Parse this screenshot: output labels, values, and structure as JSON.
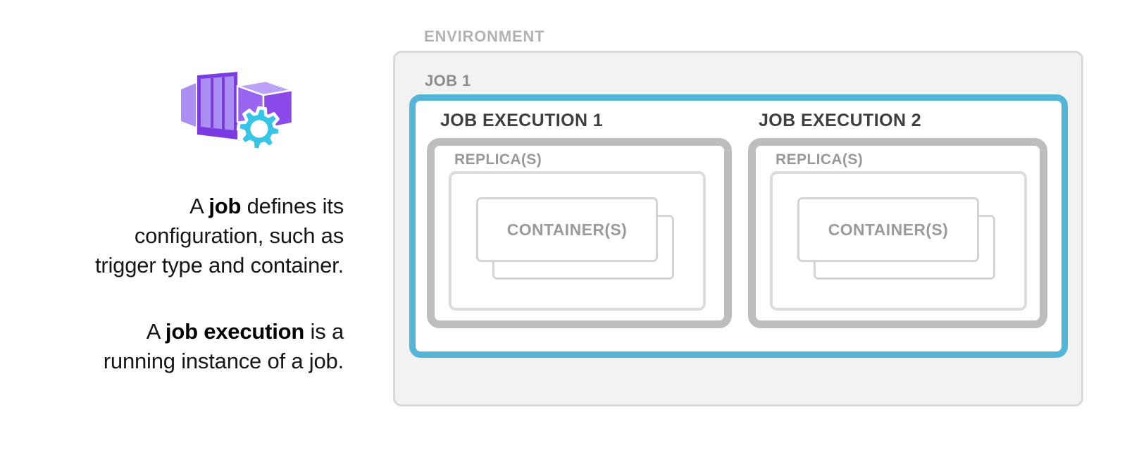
{
  "description": {
    "para1": {
      "line1_pre": "A ",
      "line1_bold": "job",
      "line1_post": " defines its",
      "line2": "configuration, such as",
      "line3": "trigger type and container."
    },
    "para2": {
      "line1_pre": "A ",
      "line1_bold": "job execution",
      "line1_post": " is a",
      "line2": "running instance of a job."
    }
  },
  "diagram": {
    "environment_label": "ENVIRONMENT",
    "job_label": "JOB 1",
    "executions": [
      {
        "title": "JOB EXECUTION 1",
        "replicas_label": "REPLICA(S)",
        "containers_label": "CONTAINER(S)"
      },
      {
        "title": "JOB EXECUTION 2",
        "replicas_label": "REPLICA(S)",
        "containers_label": "CONTAINER(S)"
      }
    ],
    "colors": {
      "accent_blue": "#53b5d7",
      "execution_border": "#bdbdbd",
      "replica_border": "#dcdcdc",
      "container_border": "#d4d4d4",
      "environment_fill": "#f2f2f2",
      "environment_border": "#d9d9d9",
      "heading_dark": "#3e3e3e",
      "label_gray": "#989898",
      "environment_label_gray": "#b3b3b3",
      "job_label_gray": "#8c8c8c"
    }
  },
  "icon": {
    "name": "azure-container-apps-job",
    "colors": {
      "light_purple": "#ab8ff2",
      "dark_purple": "#7b3be2",
      "mid_purple": "#8b49e9",
      "pale_purple": "#bba2f6",
      "side_purple": "#9765ef",
      "teal": "#36c5e6",
      "outline_white": "#ffffff"
    }
  }
}
